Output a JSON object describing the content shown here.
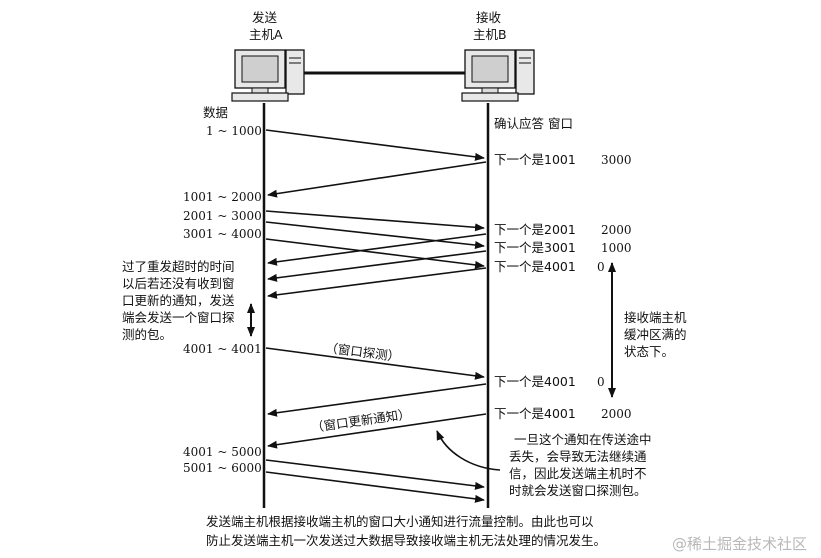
{
  "hosts": {
    "sender": {
      "line1": "发送",
      "line2": "主机A"
    },
    "receiver": {
      "line1": "接收",
      "line2": "主机B"
    }
  },
  "column_headers": {
    "data": "数据",
    "ack_window": "确认应答 窗口"
  },
  "send_ranges": {
    "r1": "1 ~ 1000",
    "r2": "1001 ~ 2000",
    "r3": "2001 ~ 3000",
    "r4": "3001 ~ 4000",
    "r5": "4001 ~ 4001",
    "r6": "4001 ~ 5000",
    "r7": "5001 ~ 6000"
  },
  "acks": [
    {
      "next": "下一个是1001",
      "window": "3000"
    },
    {
      "next": "下一个是2001",
      "window": "2000"
    },
    {
      "next": "下一个是3001",
      "window": "1000"
    },
    {
      "next": "下一个是4001",
      "window": "0"
    },
    {
      "next": "下一个是4001",
      "window": "0"
    },
    {
      "next": "下一个是4001",
      "window": "2000"
    }
  ],
  "notes": {
    "retransmit_timeout": [
      "过了重发超时的时间",
      "以后若还没有收到窗",
      "口更新的通知，发送",
      "端会发送一个窗口探",
      "测的包。"
    ],
    "buffer_full": [
      "接收端主机",
      "缓冲区满的",
      "状态下。"
    ],
    "lost_notice": [
      "一旦这个通知在传送途中",
      "丢失，会导致无法继续通",
      "信，因此发送端主机时不",
      "时就会发送窗口探测包。"
    ],
    "window_probe": "（窗口探测）",
    "window_update": "（窗口更新通知）"
  },
  "caption": {
    "line1": "发送端主机根据接收端主机的窗口大小通知进行流量控制。由此也可以",
    "line2": "防止发送端主机一次发送过大数据导致接收端主机无法处理的情况发生。"
  },
  "watermark": "@稀土掘金技术社区"
}
